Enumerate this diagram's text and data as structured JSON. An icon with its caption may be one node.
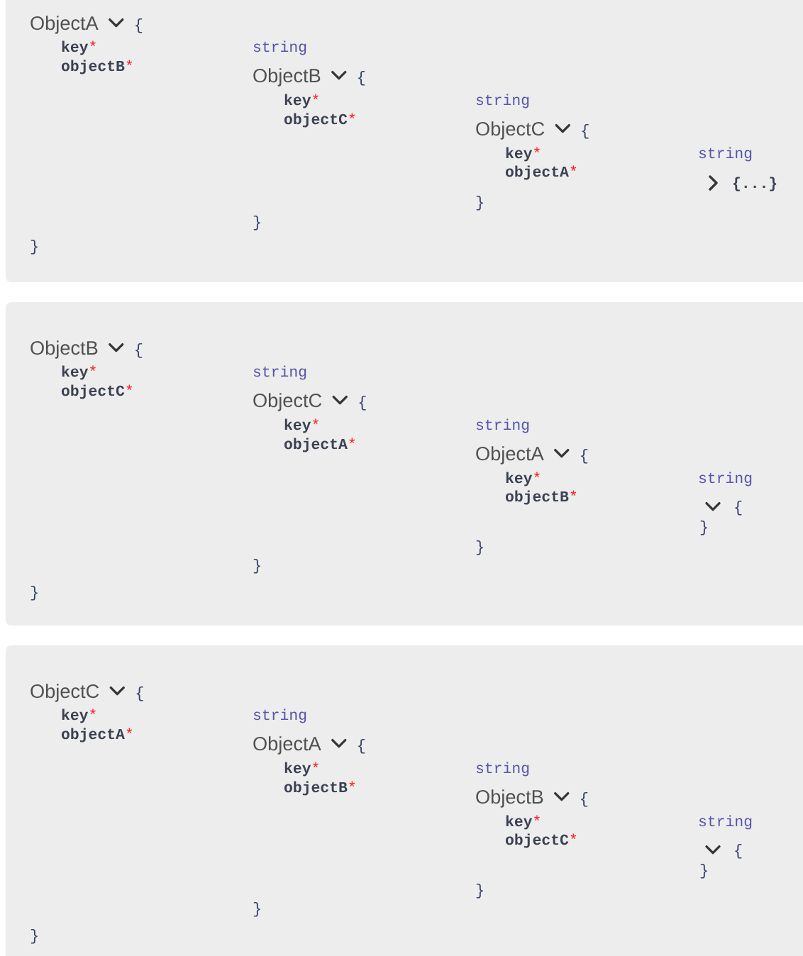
{
  "diagram": {
    "nodes": [
      {
        "text": [
          "ObjectA",
          "{",
          "key",
          "*",
          "string",
          "objectB",
          "*",
          "ObjectB",
          "{",
          "key",
          "*",
          "string",
          "objectC",
          "*",
          "ObjectC",
          "{",
          "key",
          "*",
          "string",
          "objectA",
          "*",
          "{...}",
          "}",
          "}",
          "}"
        ]
      },
      {
        "text": [
          "ObjectB",
          "{",
          "key",
          "*",
          "string",
          "objectC",
          "*",
          "ObjectC",
          "{",
          "key",
          "*",
          "string",
          "objectA",
          "*",
          "ObjectA",
          "{",
          "key",
          "*",
          "string",
          "objectB",
          "*",
          "{",
          "}",
          "}",
          "}",
          "}"
        ]
      },
      {
        "text": [
          "ObjectC",
          "{",
          "key",
          "*",
          "string",
          "objectA",
          "*",
          "ObjectA",
          "{",
          "key",
          "*",
          "string",
          "objectB",
          "*",
          "ObjectB",
          "{",
          "key",
          "*",
          "string",
          "objectC",
          "*",
          "{",
          "}",
          "}",
          "}",
          "}"
        ]
      }
    ]
  }
}
